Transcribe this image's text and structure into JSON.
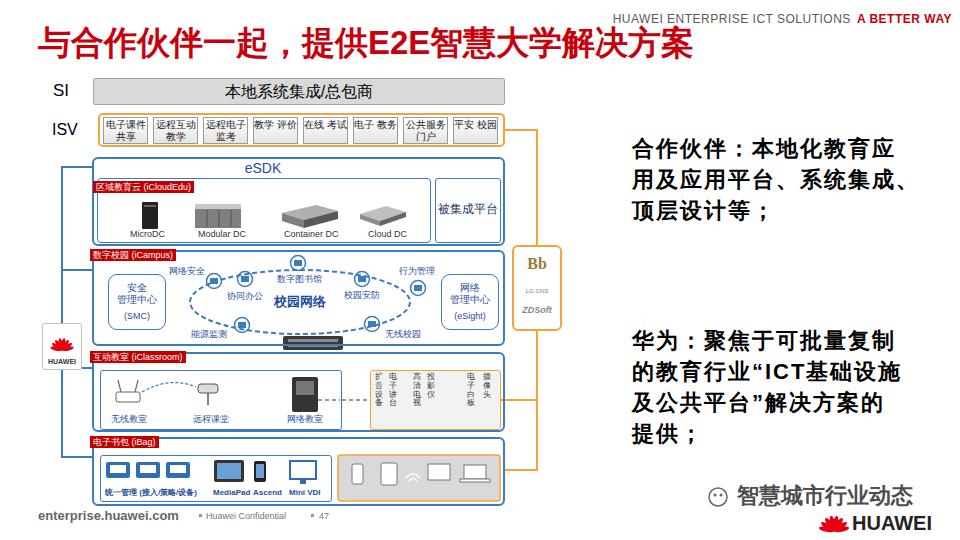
{
  "diagram": {
    "title": "与合作伙伴一起，提供E2E智慧大学解决方案",
    "nodes": [
      {
        "text": [
          "SI",
          "本地系统集成/总包商"
        ]
      },
      {
        "text": [
          "ISV"
        ]
      },
      {
        "text": [
          "电子课件 共享"
        ],
        "in": 1
      },
      {
        "text": [
          "远程互动 教学"
        ],
        "in": 1
      },
      {
        "text": [
          "远程电子 监考"
        ],
        "in": 1
      },
      {
        "text": [
          "教学 评价"
        ],
        "in": 1
      },
      {
        "text": [
          "在线 考试"
        ],
        "in": 1
      },
      {
        "text": [
          "电子 教务"
        ],
        "in": 1
      },
      {
        "text": [
          "公共服务 门户"
        ],
        "in": 1
      },
      {
        "text": [
          "平安 校园"
        ],
        "in": 1
      },
      {
        "text": [
          "eSDK"
        ]
      },
      {
        "text": [
          "区域教育云 (iCloudEdu)"
        ],
        "in": 10
      },
      {
        "text": [
          "被集成平台"
        ],
        "in": 10
      },
      {
        "text": [
          "数字校园 (iCampus)"
        ]
      },
      {
        "text": [
          "安全 管理中心",
          "(SMC)"
        ],
        "in": 13
      },
      {
        "text": [
          "校园网络"
        ],
        "in": 13
      },
      {
        "text": [
          "网络 管理中心",
          "(eSight)"
        ],
        "in": 13
      },
      {
        "text": [
          "互动教室 (iClassroom)"
        ]
      },
      {
        "text": [
          "无线教室",
          "远程课堂",
          "网络教室"
        ],
        "in": 17
      },
      {
        "text": [
          "扩音设备",
          "电子讲台",
          "高清电视",
          "投影仪",
          "电子白板",
          "摄像头"
        ],
        "in": 17
      },
      {
        "text": [
          "电子书包 (iBag)"
        ]
      },
      {
        "text": [
          "统一管理 (接入/策略/设备)",
          "MediaPad",
          "Ascend",
          "Mini VDI"
        ],
        "in": 20
      },
      {
        "text": [
          "Bb",
          "LG CNS",
          "ZDSoft"
        ]
      },
      {
        "text": [
          "HUAWEI"
        ]
      }
    ],
    "edges": [
      {
        "from": 23,
        "to": 10,
        "arrow": "none"
      },
      {
        "from": 23,
        "to": 13,
        "arrow": "none"
      },
      {
        "from": 23,
        "to": 17,
        "arrow": "none"
      },
      {
        "from": 23,
        "to": 20,
        "arrow": "none"
      },
      {
        "from": 22,
        "to": 1,
        "arrow": "none"
      },
      {
        "from": 22,
        "to": 19,
        "arrow": "none"
      },
      {
        "from": 22,
        "to": 20,
        "arrow": "none"
      },
      {
        "from": 18,
        "to": 19,
        "arrow": "none"
      }
    ],
    "labels": [
      "HUAWEI ENTERPRISE ICT SOLUTIONS",
      "A BETTER WAY",
      "MicroDC",
      "Modular DC",
      "Container DC",
      "Cloud DC",
      "网络安全",
      "数字图书馆",
      "行为管理",
      "协同办公",
      "校园安防",
      "能源监测",
      "无线校园",
      "合作伙伴：本地化教育应 用及应用平台、系统集成、 顶层设计等；",
      "华为：聚焦于可批量复制 的教育行业“ICT基础设施 及公共平台”解决方案的 提供；",
      "enterprise.huawei.com",
      "Huawei Confidential",
      "47",
      "智慧城市行业动态",
      "HUAWEI"
    ]
  }
}
